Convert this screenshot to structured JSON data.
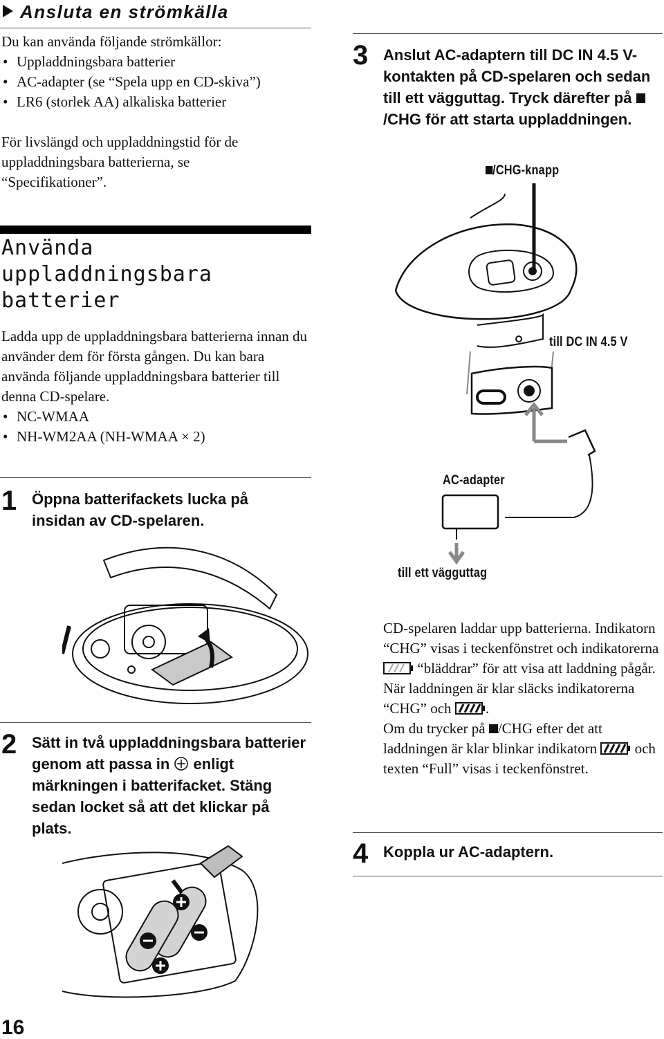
{
  "header": {
    "title": "Ansluta en strömkälla"
  },
  "intro": {
    "lead": "Du kan använda följande strömkällor:",
    "sources": [
      "Uppladdningsbara batterier",
      "AC-adapter (se “Spela upp en CD-skiva”)",
      "LR6 (storlek AA) alkaliska batterier"
    ],
    "note": "För livslängd och uppladdningstid för de uppladdningsbara batterierna, se “Specifikationer”."
  },
  "section": {
    "title_lines": [
      "Använda",
      "uppladdningsbara",
      "batterier"
    ],
    "description": "Ladda upp de uppladdningsbara batterierna innan du använder dem för första gången. Du kan bara använda följande uppladdningsbara batterier till denna CD-spelare.",
    "batteries": [
      "NC-WMAA",
      "NH-WM2AA (NH-WMAA × 2)"
    ]
  },
  "steps": {
    "s1": {
      "num": "1",
      "text": "Öppna batterifackets lucka på insidan av CD-spelaren."
    },
    "s2": {
      "num": "2",
      "text_a": "Sätt in två uppladdningsbara batterier genom att passa in",
      "text_b": "enligt märkningen i batterifacket. Stäng sedan locket så att det klickar på plats."
    },
    "s3": {
      "num": "3",
      "text_a": "Anslut AC-adaptern till DC IN 4.5 V-kontakten på CD-spelaren och sedan till ett vägguttag. Tryck därefter på",
      "text_b": "/CHG för att starta uppladdningen."
    },
    "s4": {
      "num": "4",
      "text": "Koppla ur AC-adaptern."
    }
  },
  "figure": {
    "chg_button_label": "/CHG-knapp",
    "dc_in_label": "till DC IN 4.5 V",
    "ac_adapter_label": "AC-adapter",
    "wall_outlet_label": "till ett vägguttag"
  },
  "charging": {
    "p1": "CD-spelaren laddar upp batterierna. Indikatorn “CHG” visas i teckenfönstret och indikatorerna",
    "p2": "“bläddrar” för att visa att laddning pågår. När laddningen är klar släcks indikatorerna “CHG” och",
    "p3": ".",
    "p4": "Om du trycker på",
    "p5": "/CHG efter det att laddningen är klar blinkar indikatorn",
    "p6": "och texten “Full” visas i teckenfönstret."
  },
  "page_number": "16",
  "colors": {
    "text": "#111111",
    "rule": "#555555",
    "accent_bar": "#000000"
  }
}
